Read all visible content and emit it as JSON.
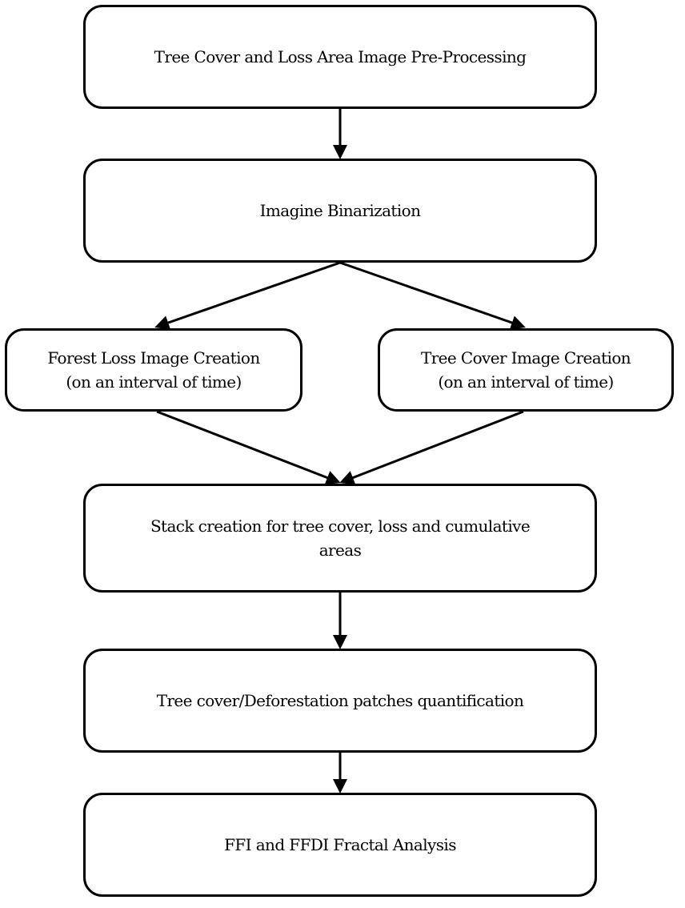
{
  "diagram": {
    "nodes": {
      "preprocess": "Tree Cover and Loss Area Image Pre-Processing",
      "binarize": "Imagine Binarization",
      "loss": "Forest Loss Image Creation\n(on an interval of time)",
      "cover": "Tree Cover Image Creation\n(on an interval of time)",
      "stack": "Stack creation for tree cover, loss and cumulative\nareas",
      "quantify": "Tree cover/Deforestation patches quantification",
      "fractal": "FFI and FFDI Fractal Analysis"
    },
    "edges": [
      {
        "from": "preprocess",
        "to": "binarize"
      },
      {
        "from": "binarize",
        "to": "loss"
      },
      {
        "from": "binarize",
        "to": "cover"
      },
      {
        "from": "loss",
        "to": "stack"
      },
      {
        "from": "cover",
        "to": "stack"
      },
      {
        "from": "stack",
        "to": "quantify"
      },
      {
        "from": "quantify",
        "to": "fractal"
      }
    ]
  }
}
